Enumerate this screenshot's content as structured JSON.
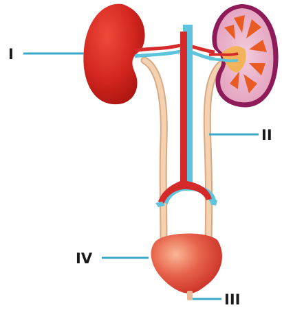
{
  "labels": {
    "kidney": "I",
    "ureter": "II",
    "urethra": "III",
    "bladder": "IV"
  },
  "colors": {
    "kidney_red": "#d82a26",
    "artery_red": "#d52a2a",
    "vein_blue": "#5ec3dc",
    "ureter_tan": "#eec6a0",
    "leader_line": "#3aa9c9",
    "cortex_pink": "#eab1c8",
    "medulla_orange": "#e85c24"
  }
}
